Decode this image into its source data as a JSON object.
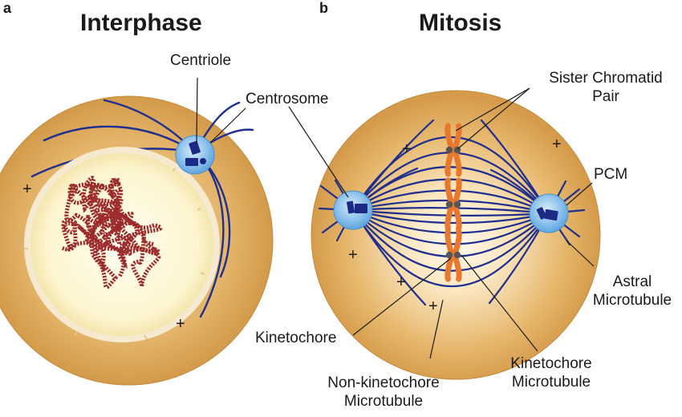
{
  "panels": {
    "a": {
      "letter": "a",
      "title": "Interphase"
    },
    "b": {
      "letter": "b",
      "title": "Mitosis"
    }
  },
  "labels": {
    "centriole": "Centriole",
    "centrosome": "Centrosome",
    "sister_chromatid_line1": "Sister Chromatid",
    "sister_chromatid_line2": "Pair",
    "pcm": "PCM",
    "astral_line1": "Astral",
    "astral_line2": "Microtubule",
    "kinetochore": "Kinetochore",
    "kinetochore_mt_line1": "Kinetochore",
    "kinetochore_mt_line2": "Microtubule",
    "non_kinetochore_line1": "Non-kinetochore",
    "non_kinetochore_line2": "Microtubule"
  },
  "plus_sign": "+",
  "colors": {
    "cell_outer": "#d9a95c",
    "cell_inner": "#fff8e6",
    "microtubule": "#1f2f8f",
    "centrosome": "#7fb8e8",
    "centriole": "#1c2a86",
    "chromosome": "#e9782f",
    "chromatin": "#9c2b2b",
    "nucleus": "#fffbe2"
  }
}
